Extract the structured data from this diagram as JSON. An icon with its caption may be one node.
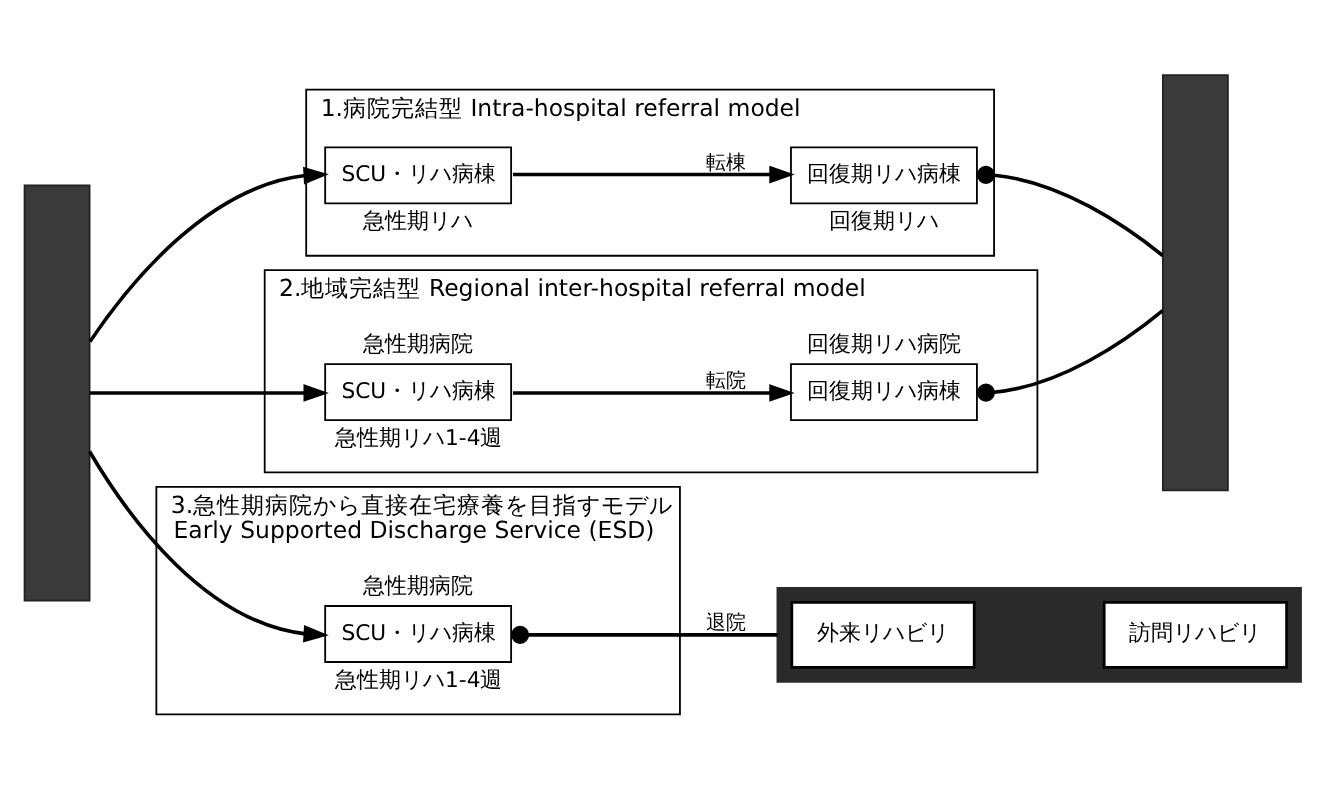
{
  "diagram": {
    "nodes": [
      {
        "text": [],
        "shape": "bar"
      },
      {
        "text": [
          "1.病院完結型 Intra-hospital referral model"
        ]
      },
      {
        "text": [
          "SCU・リハ病棟"
        ],
        "in": 1,
        "beside": [
          "急性期リハ"
        ]
      },
      {
        "text": [
          "回復期リハ病棟"
        ],
        "in": 1,
        "beside": [
          "回復期リハ"
        ]
      },
      {
        "text": [
          "2.地域完結型 Regional inter-hospital referral model"
        ]
      },
      {
        "text": [
          "SCU・リハ病棟"
        ],
        "in": 4,
        "beside": [
          "急性期病院",
          "急性期リハ1-4週"
        ]
      },
      {
        "text": [
          "回復期リハ病棟"
        ],
        "in": 4,
        "beside": [
          "回復期リハ病院"
        ]
      },
      {
        "text": [
          "3.急性期病院から直接在宅療養を目指すモデル",
          "Early Supported Discharge Service (ESD)"
        ]
      },
      {
        "text": [
          "SCU・リハ病棟"
        ],
        "in": 7,
        "beside": [
          "急性期病院",
          "急性期リハ1-4週"
        ]
      },
      {
        "text": [],
        "shape": "box"
      },
      {
        "text": [
          "外来リハビリ"
        ],
        "in": 9
      },
      {
        "text": [
          "訪問リハビリ"
        ],
        "in": 9
      },
      {
        "text": [],
        "shape": "bar"
      }
    ],
    "edges": [
      {
        "from": 0,
        "to": 2,
        "arrow": "to"
      },
      {
        "from": 2,
        "to": 3,
        "arrow": "to",
        "label": "転棟"
      },
      {
        "from": 3,
        "to": 12,
        "arrow": "other"
      },
      {
        "from": 0,
        "to": 5,
        "arrow": "to"
      },
      {
        "from": 5,
        "to": 6,
        "arrow": "to",
        "label": "転院"
      },
      {
        "from": 6,
        "to": 12,
        "arrow": "other"
      },
      {
        "from": 0,
        "to": 8,
        "arrow": "to"
      },
      {
        "from": 8,
        "to": 9,
        "arrow": "other",
        "label": "退院"
      }
    ]
  }
}
